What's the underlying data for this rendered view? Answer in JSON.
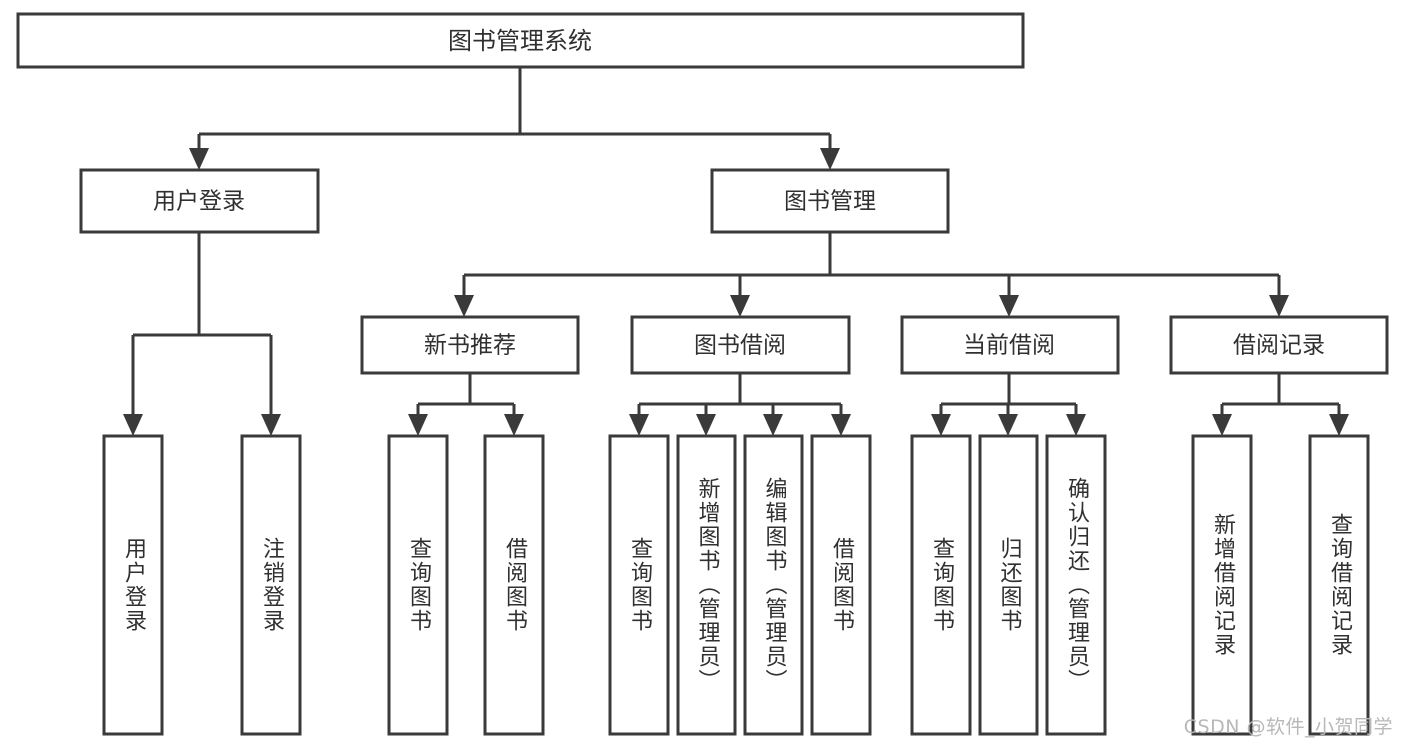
{
  "diagram": {
    "type": "tree-hierarchy",
    "title": "图书管理系统",
    "orientation": "top-down",
    "watermark": "CSDN @软件_小贺同学",
    "colors": {
      "box_stroke": "#3a3a3a",
      "box_fill": "#ffffff",
      "text": "#303030",
      "connector": "#3a3a3a",
      "watermark": "#b8b8b8",
      "background": "#ffffff"
    },
    "root": {
      "label": "图书管理系统"
    },
    "level1": [
      {
        "label": "用户登录"
      },
      {
        "label": "图书管理"
      }
    ],
    "level2": [
      {
        "label": "新书推荐"
      },
      {
        "label": "图书借阅"
      },
      {
        "label": "当前借阅"
      },
      {
        "label": "借阅记录"
      }
    ],
    "leaves": {
      "user_login": [
        {
          "label": "用户登录"
        },
        {
          "label": "注销登录"
        }
      ],
      "new_book_recommend": [
        {
          "label": "查询图书"
        },
        {
          "label": "借阅图书"
        }
      ],
      "book_borrow": [
        {
          "label": "查询图书"
        },
        {
          "label": "新增图书（管理员）"
        },
        {
          "label": "编辑图书（管理员）"
        },
        {
          "label": "借阅图书"
        }
      ],
      "current_borrow": [
        {
          "label": "查询图书"
        },
        {
          "label": "归还图书"
        },
        {
          "label": "确认归还（管理员）"
        }
      ],
      "borrow_record": [
        {
          "label": "新增借阅记录"
        },
        {
          "label": "查询借阅记录"
        }
      ]
    }
  }
}
